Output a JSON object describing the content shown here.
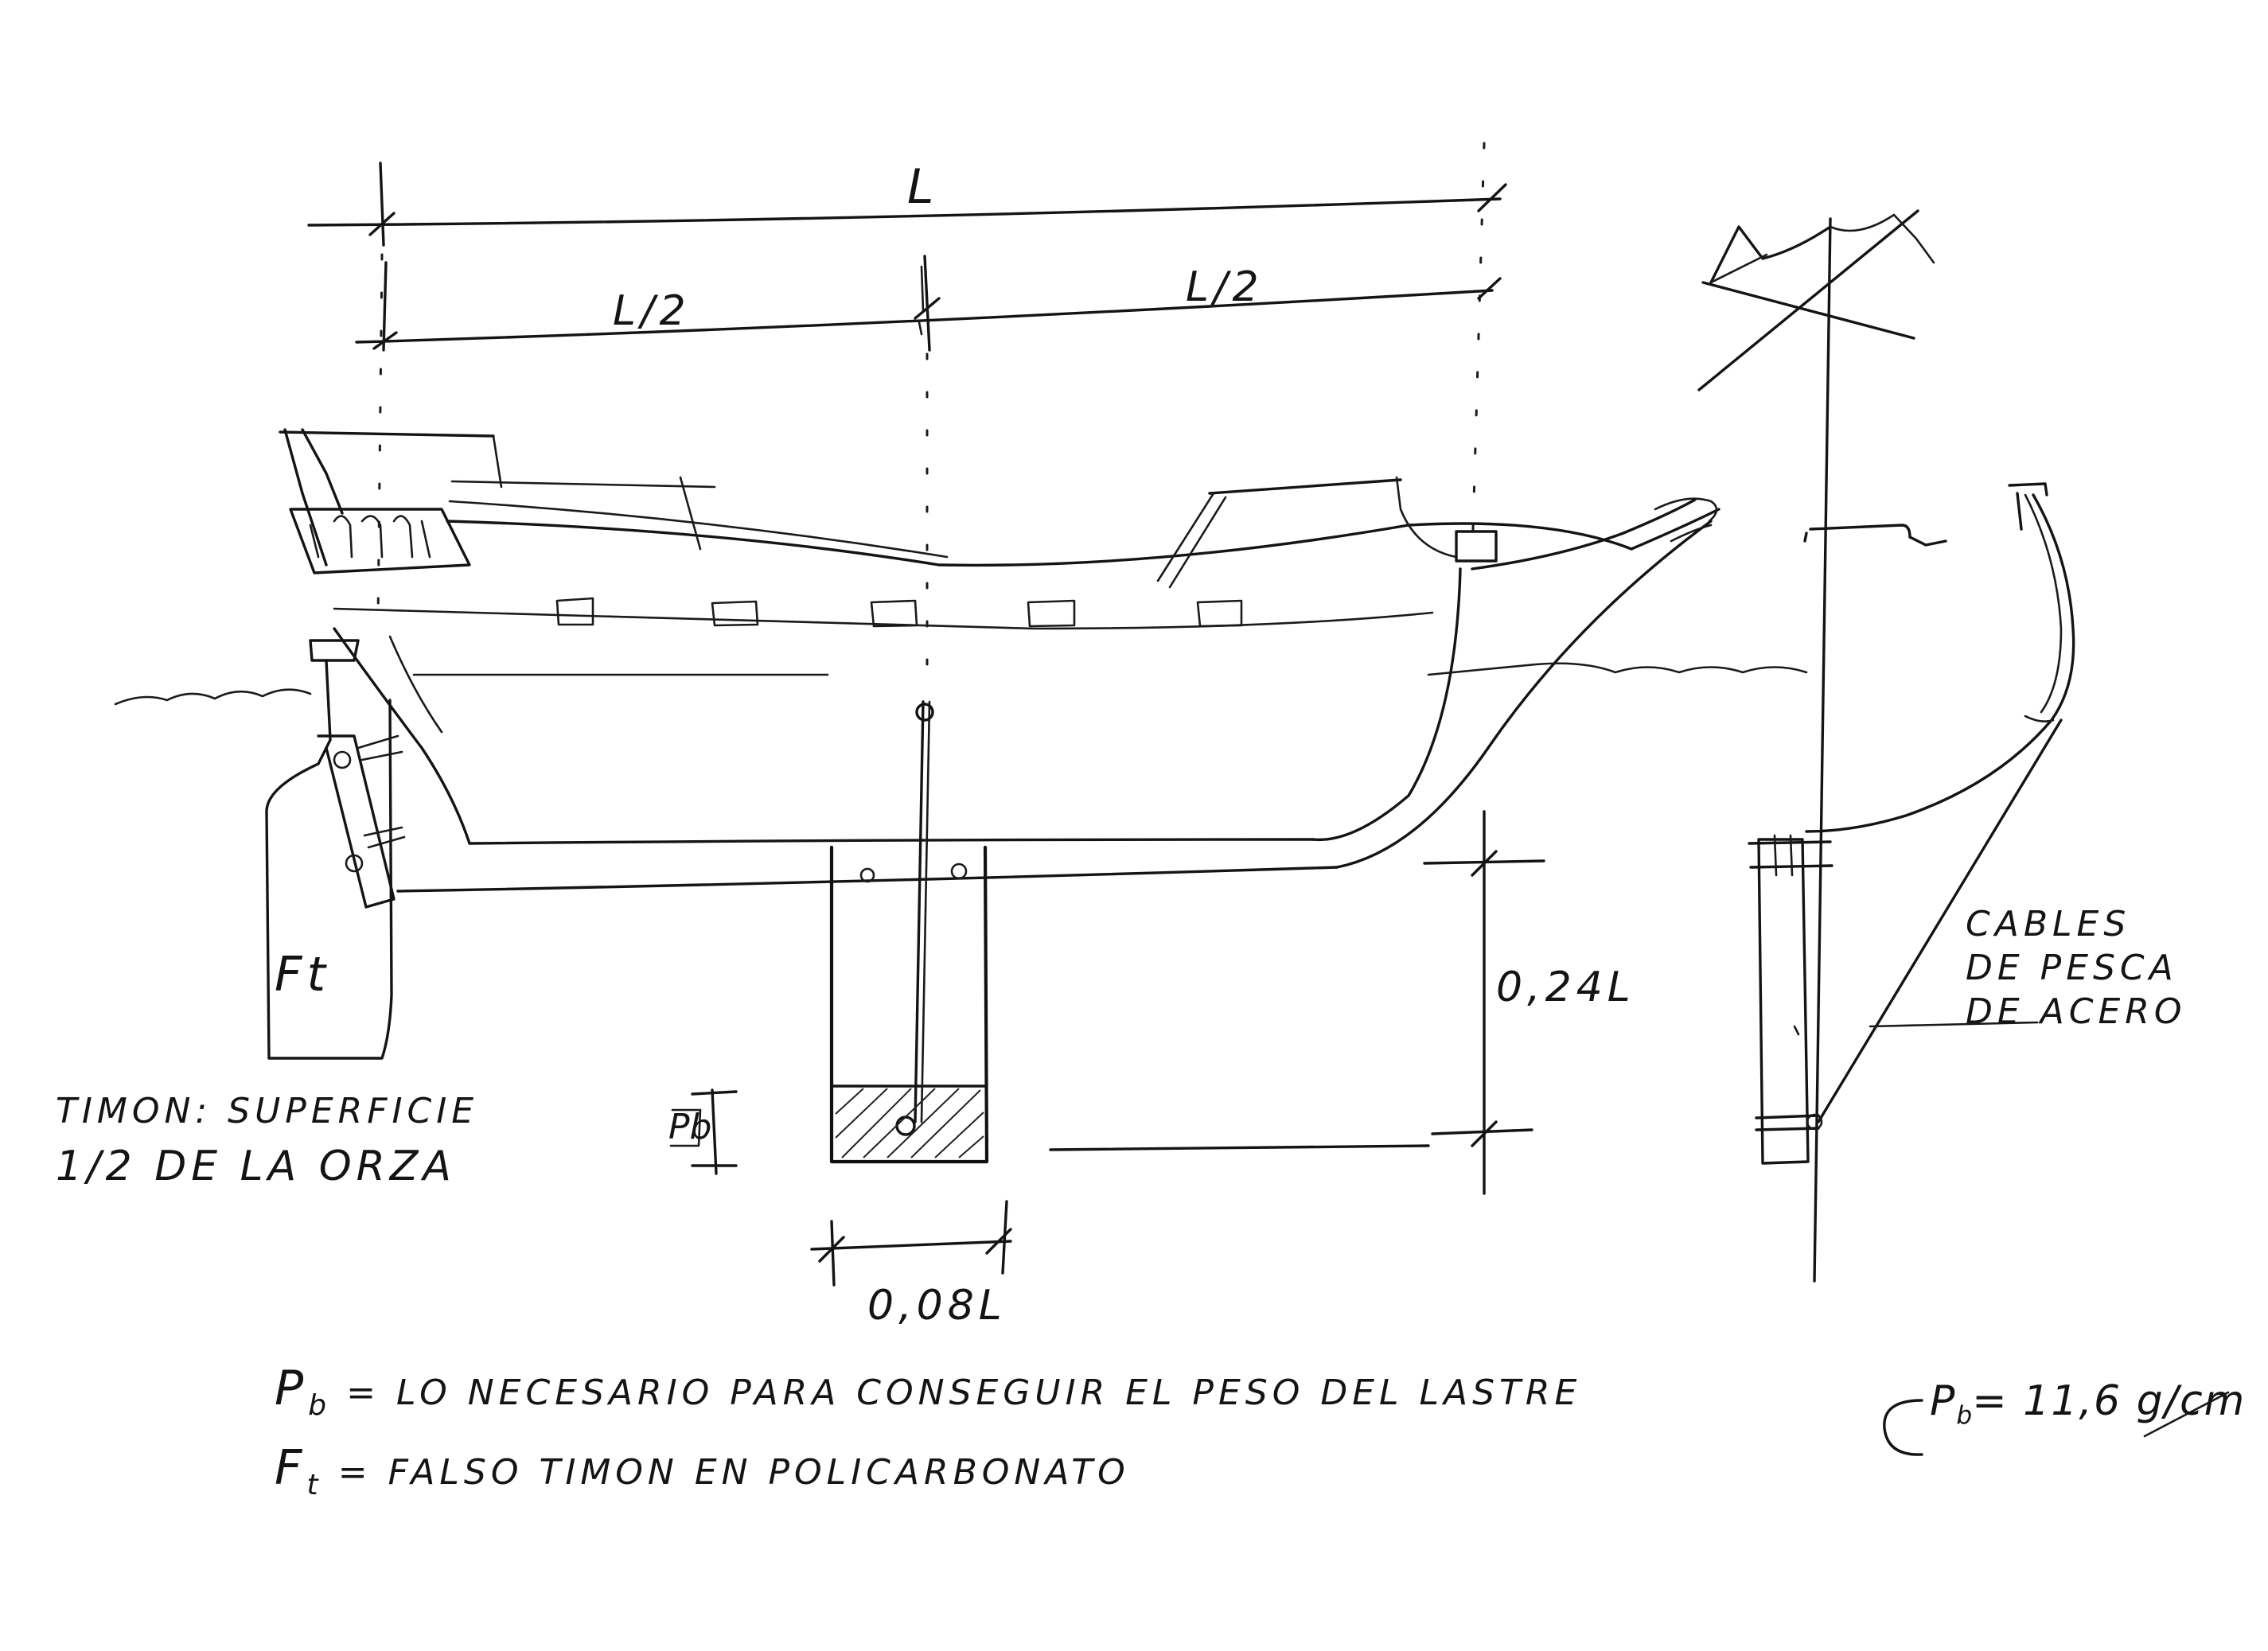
{
  "dimensions": {
    "overall_length": "L",
    "half_length_aft": "L/2",
    "half_length_fore": "L/2",
    "keel_depth": "0,24L",
    "keel_width": "0,08L",
    "ballast_mark": "Pb"
  },
  "hull_labels": {
    "false_rudder": "Ft"
  },
  "side_view": {
    "cables_line1": "CABLES",
    "cables_line2": "DE PESCA",
    "cables_line3": "DE ACERO"
  },
  "notes": {
    "rudder_line1": "TIMON: SUPERFICIE",
    "rudder_line2": "1/2 DE LA ORZA",
    "legend_pb_symbol": "P",
    "legend_pb_sub": "b",
    "legend_pb_text": "= LO NECESARIO PARA CONSEGUIR EL PESO DEL LASTRE",
    "legend_ft_symbol": "F",
    "legend_ft_sub": "t",
    "legend_ft_text": "= FALSO TIMON EN POLICARBONATO",
    "density_symbol": "P",
    "density_sub": "b",
    "density_value": "= 11,6 g/cm"
  }
}
